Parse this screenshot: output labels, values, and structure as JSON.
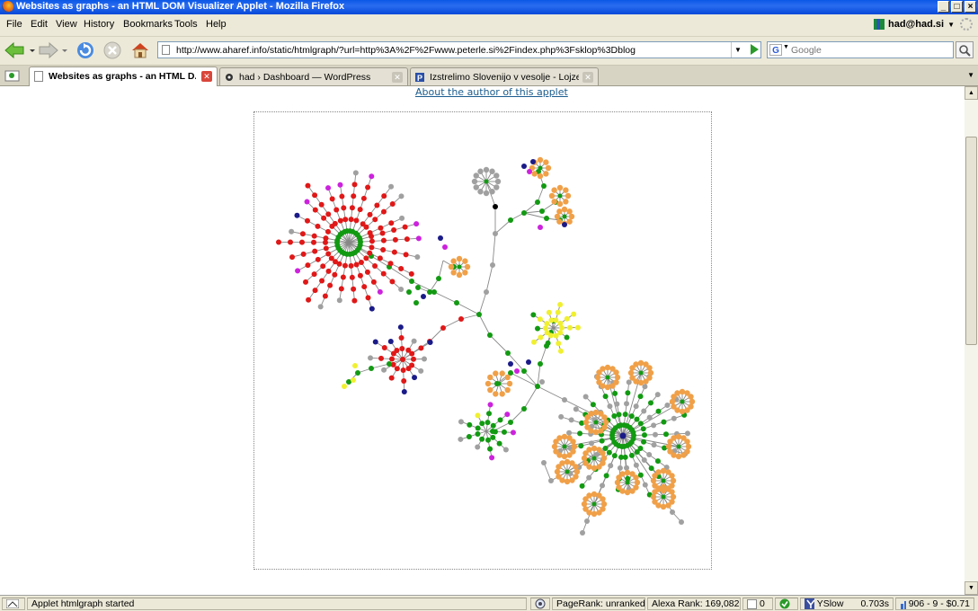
{
  "window": {
    "title": "Websites as graphs - an HTML DOM Visualizer Applet - Mozilla Firefox",
    "buttons": {
      "minimize": "_",
      "maximize": "□",
      "close": "×"
    }
  },
  "menubar": {
    "items": [
      "File",
      "Edit",
      "View",
      "History",
      "Bookmarks",
      "Tools",
      "Help"
    ],
    "user": "had@had.si"
  },
  "navbar": {
    "url": "http://www.aharef.info/static/htmlgraph/?url=http%3A%2F%2Fwww.peterle.si%2Findex.php%3Fsklop%3Dblog",
    "search_engine_letter": "G",
    "search_placeholder": "Google"
  },
  "tabs": [
    {
      "label": "Websites as graphs - an HTML D...",
      "active": true
    },
    {
      "label": "had › Dashboard — WordPress",
      "active": false
    },
    {
      "label": "Izstrelimo Slovenijo v vesolje - Lojze P...",
      "active": false
    }
  ],
  "content": {
    "about_link": "About the author of this applet"
  },
  "colors": {
    "green": "#129a12",
    "red": "#e01818",
    "blue": "#1a1a88",
    "violet": "#cc22dd",
    "gray": "#a0a0a0",
    "orange": "#f0a048",
    "yellow": "#f0f030",
    "black": "#000000",
    "edge": "#888888"
  },
  "statusbar": {
    "message": "Applet htmlgraph started",
    "pagerank": "PageRank: unranked",
    "alexa": "Alexa Rank: 169,082",
    "count": "0",
    "yslow": "YSlow",
    "time": "0.703s",
    "stats": "906 - 9 - $0.71"
  }
}
